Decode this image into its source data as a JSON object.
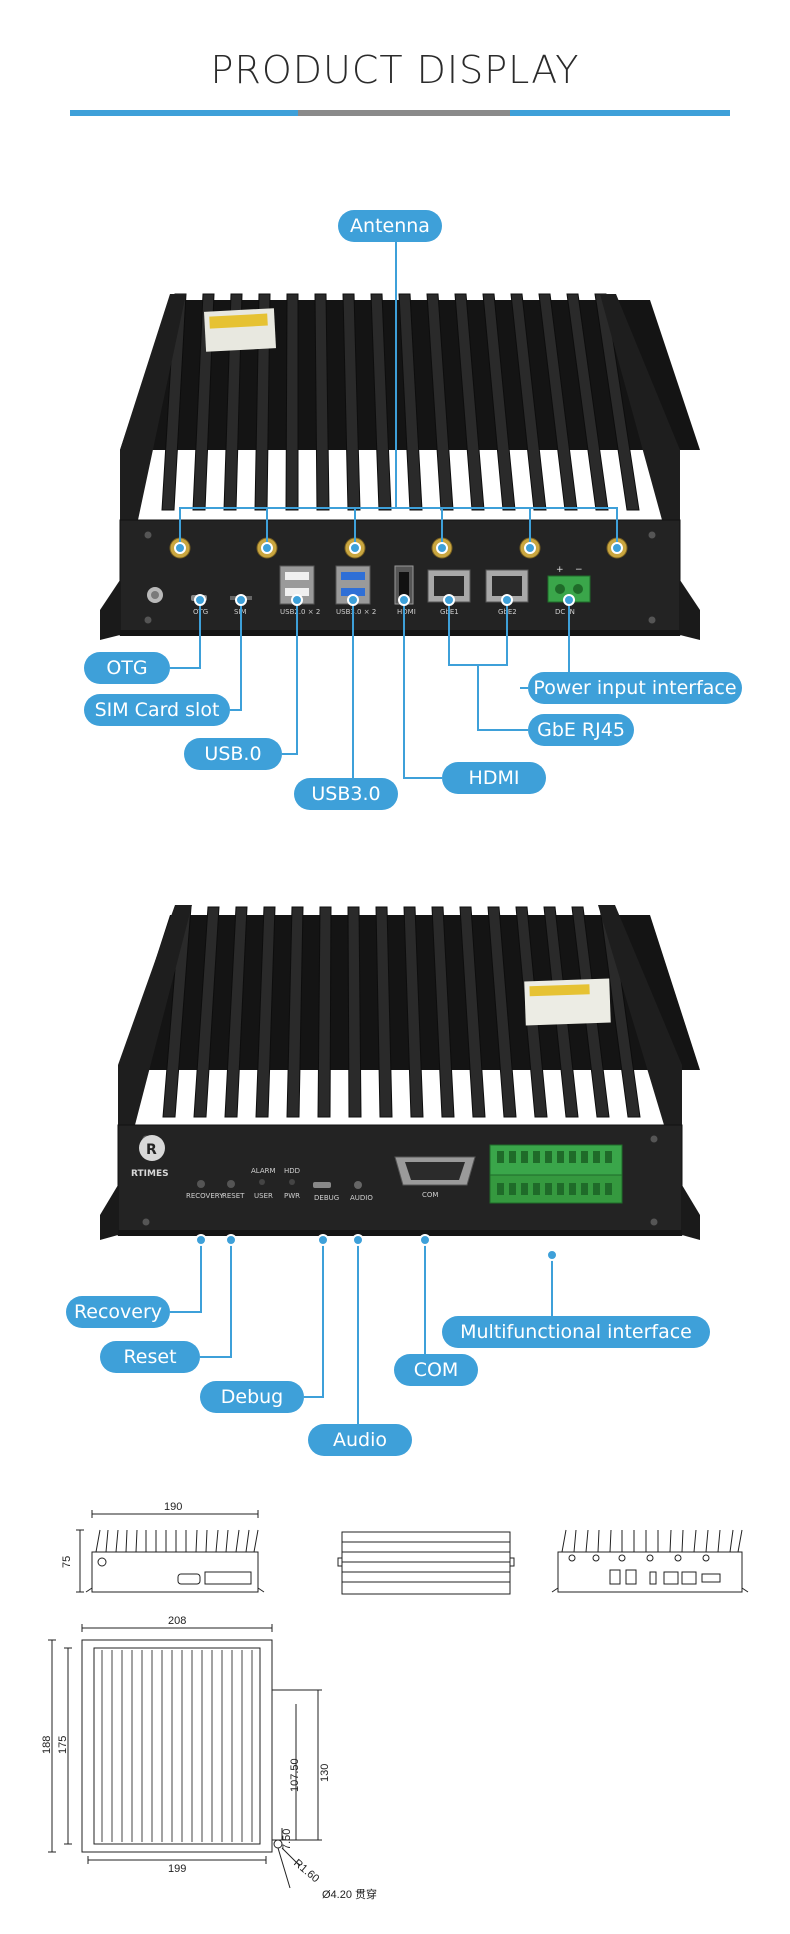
{
  "header": {
    "title": "PRODUCT DISPLAY"
  },
  "colors": {
    "accent": "#3ea0d9",
    "rule_gray": "#8a8a8a",
    "terminal_green": "#3aa64a"
  },
  "front_view": {
    "labels": {
      "antenna": "Antenna",
      "otg": "OTG",
      "sim": "SIM Card slot",
      "usb2": "USB.0",
      "usb3": "USB3.0",
      "hdmi": "HDMI",
      "power": "Power input interface",
      "gbe": "GbE RJ45"
    },
    "silk": {
      "otg": "OTG",
      "sim": "SIM",
      "usb2": "USB2.0 × 2",
      "usb3": "USB3.0 × 2",
      "hdmi": "HDMI",
      "gbe1": "GbE1",
      "gbe2": "GbE2",
      "dcin": "DC IN"
    }
  },
  "rear_view": {
    "labels": {
      "recovery": "Recovery",
      "reset": "Reset",
      "debug": "Debug",
      "audio": "Audio",
      "com": "COM",
      "multi": "Multifunctional interface"
    },
    "brand": "RTIMES",
    "silk": {
      "alarm": "ALARM",
      "hdd": "HDD",
      "user": "USER",
      "pwr": "PWR",
      "recovery": "RECOVERY",
      "reset": "RESET",
      "debug": "DEBUG",
      "audio": "AUDIO",
      "com": "COM"
    }
  },
  "dimensions": {
    "front_width": "190",
    "front_height": "75",
    "top_width": "208",
    "top_depth_outer": "188",
    "top_depth_inner": "175",
    "bottom_width": "199",
    "mount_span": "130",
    "mount_offset": "107.50",
    "mount_small": "7.50",
    "radius": "R1.60",
    "hole": "Ø4.20 贯穿"
  }
}
